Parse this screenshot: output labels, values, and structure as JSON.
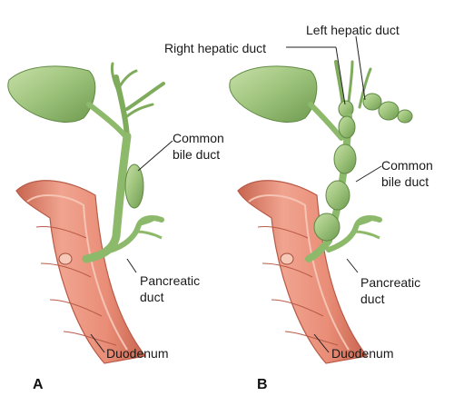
{
  "panels": [
    {
      "letter": "A",
      "labels": {
        "common_bile_duct_line1": "Common",
        "common_bile_duct_line2": "bile duct",
        "pancreatic_duct_line1": "Pancreatic",
        "pancreatic_duct_line2": "duct",
        "duodenum": "Duodenum"
      }
    },
    {
      "letter": "B",
      "labels": {
        "right_hepatic_duct": "Right hepatic duct",
        "left_hepatic_duct": "Left hepatic duct",
        "common_bile_duct_line1": "Common",
        "common_bile_duct_line2": "bile duct",
        "pancreatic_duct_line1": "Pancreatic",
        "pancreatic_duct_line2": "duct",
        "duodenum": "Duodenum"
      }
    }
  ],
  "colors": {
    "duct_green": "#9cc27a",
    "duct_dark": "#5f8a43",
    "duodenum_pink": "#e9907a",
    "duodenum_dark": "#c1604d",
    "duodenum_inner": "#f4b8a6"
  }
}
